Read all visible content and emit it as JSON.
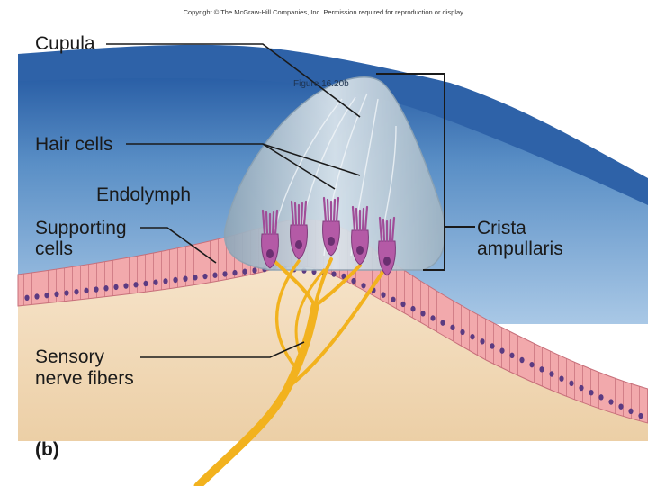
{
  "copyright": "Copyright © The McGraw-Hill Companies, Inc. Permission required for reproduction or display.",
  "figure_ref": "Figure 16.20b",
  "panel": "(b)",
  "labels": {
    "cupula": "Cupula",
    "hair_cells": "Hair cells",
    "endolymph": "Endolymph",
    "supporting_1": "Supporting",
    "supporting_2": "cells",
    "sensory_1": "Sensory",
    "sensory_2": "nerve fibers",
    "crista_1": "Crista",
    "crista_2": "ampullaris"
  },
  "colors": {
    "endolymph_blue": "#5f92c8",
    "duct_wall_dark": "#2e62a8",
    "cupula_gray": "#b9c9d6",
    "epithelium_pink": "#f0a4a8",
    "hair_cell_purple": "#b45aa6",
    "nerve_yellow": "#f2b21e",
    "connective_tan": "#f3dcbf"
  }
}
